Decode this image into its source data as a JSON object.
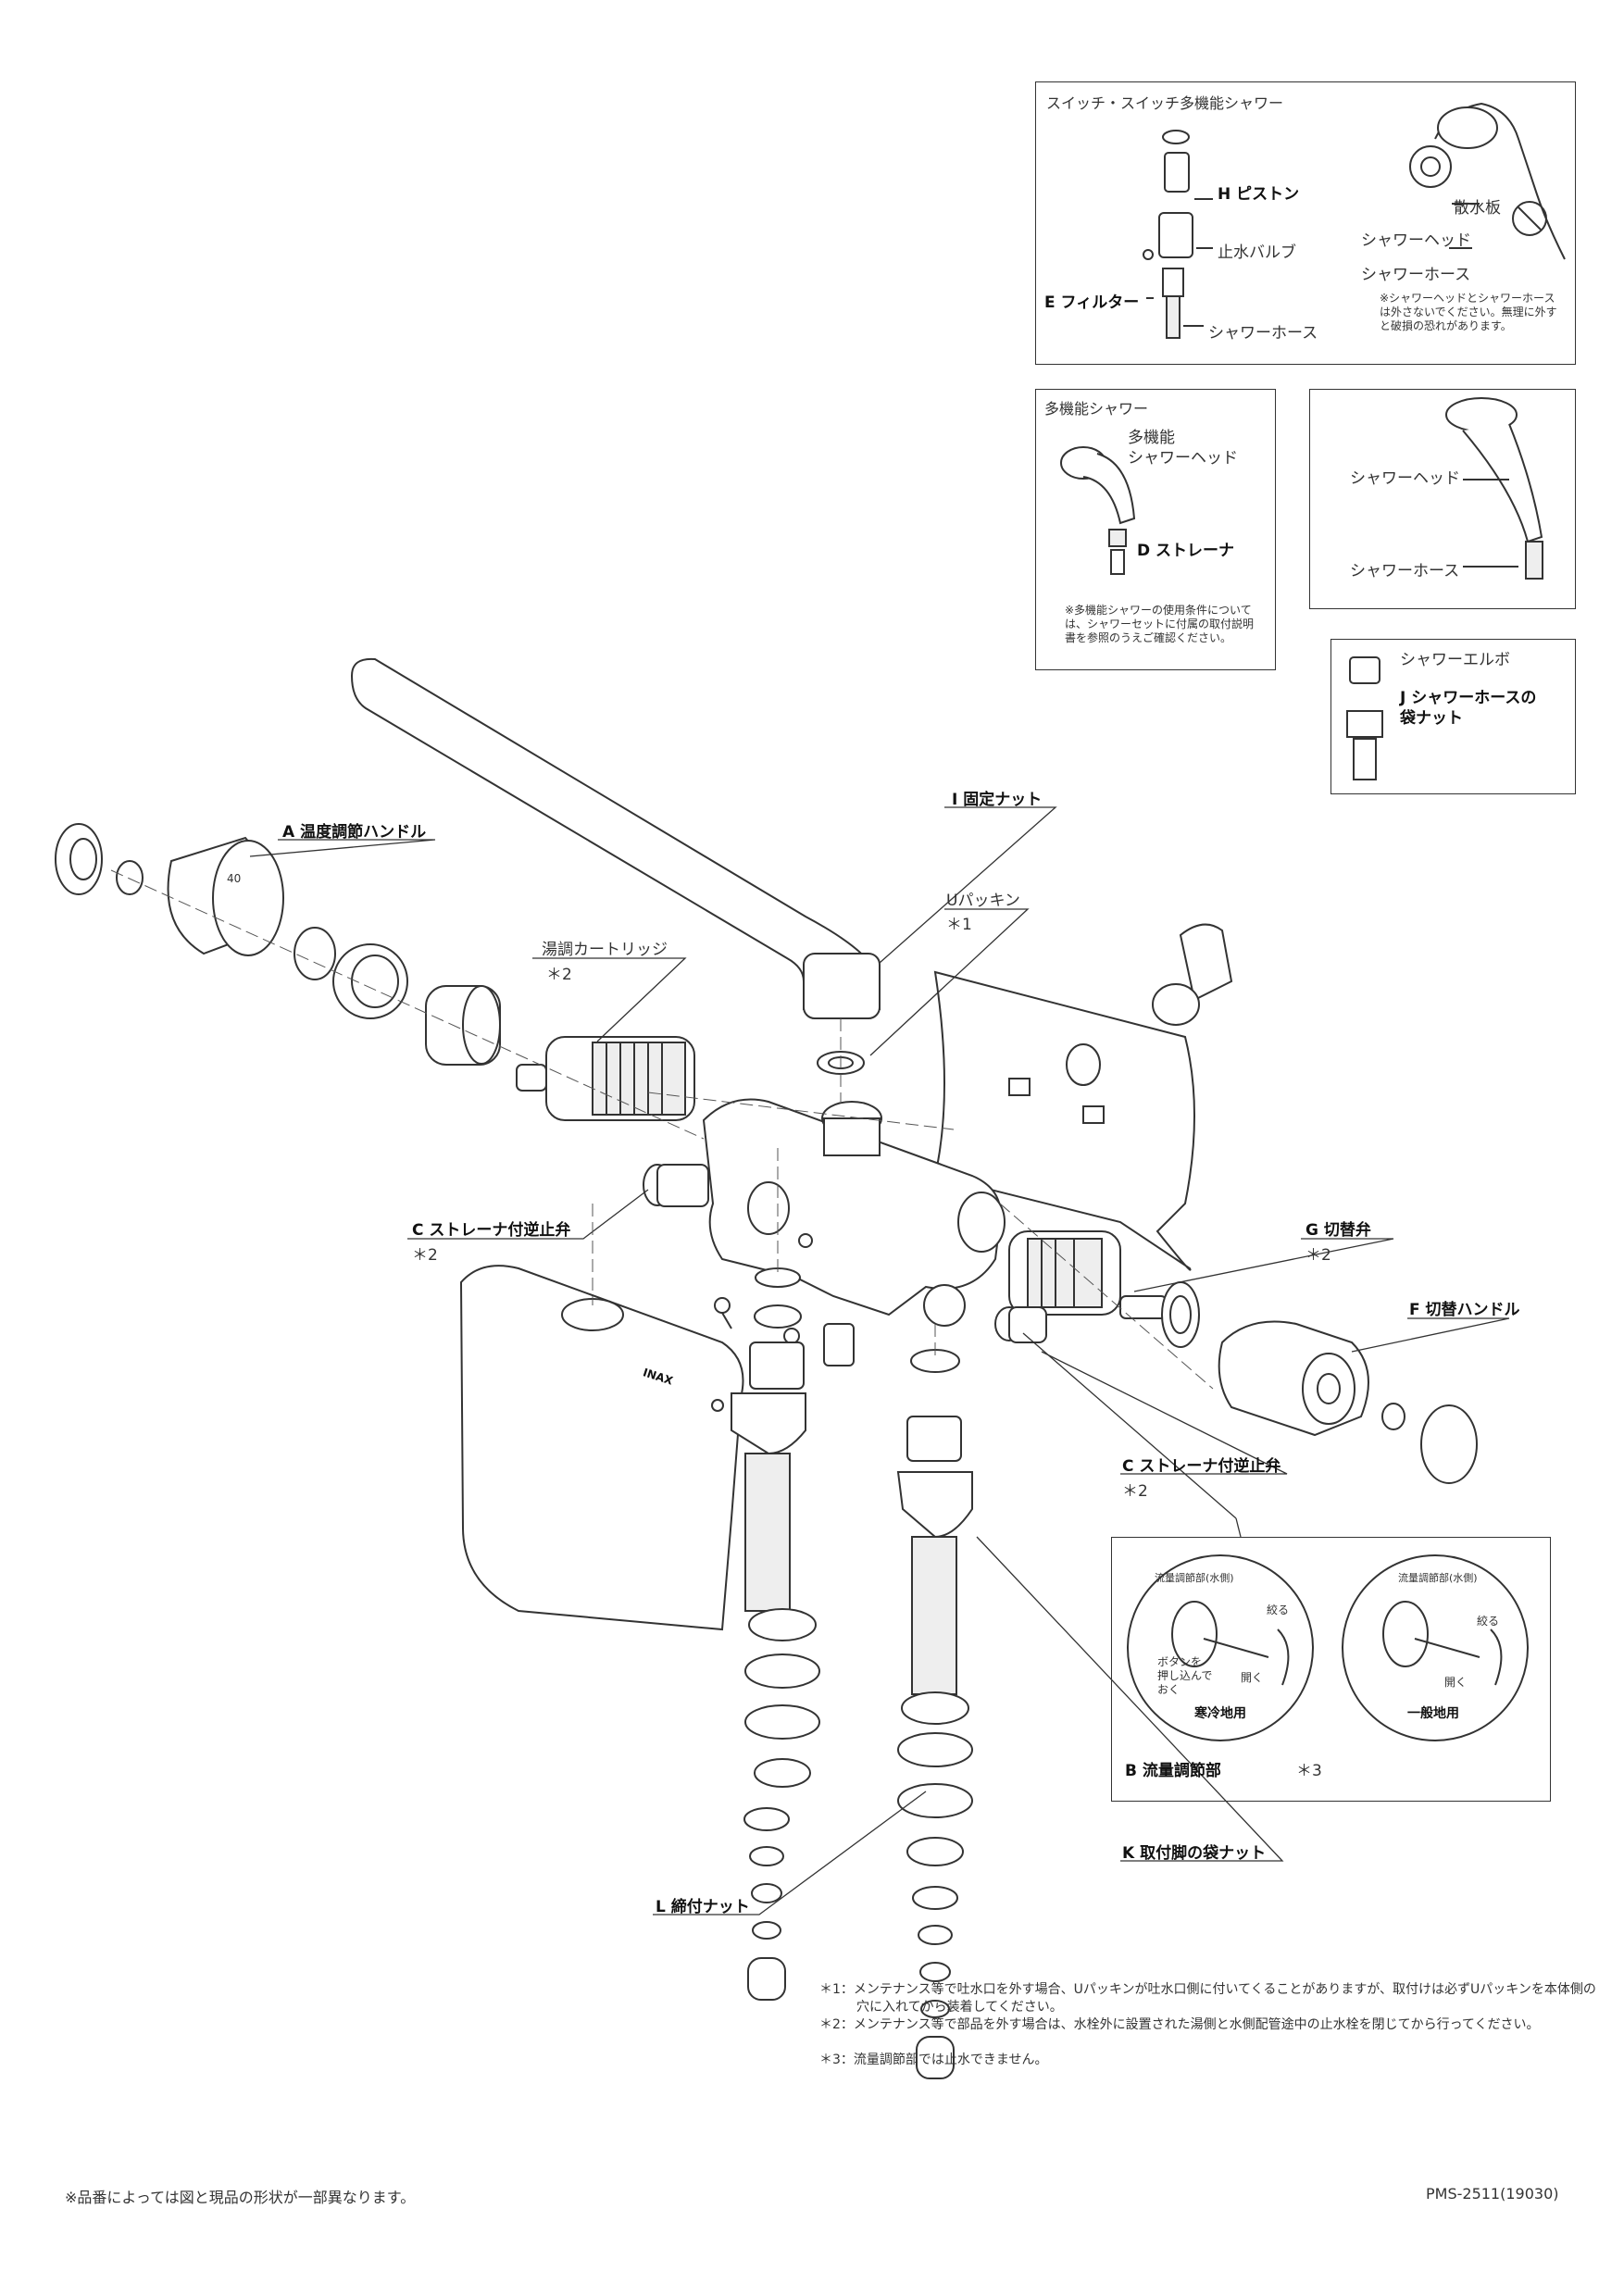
{
  "insets": {
    "switch_shower": {
      "title": "スイッチ・スイッチ多機能シャワー",
      "piston": "H ピストン",
      "stop_valve": "止水バルブ",
      "filter": "E フィルター",
      "shower_hose": "シャワーホース",
      "spray_plate": "散水板",
      "shower_head": "シャワーヘッド",
      "shower_hose2": "シャワーホース",
      "note": "※シャワーヘッドとシャワーホースは外さないでください。無理に外すと破損の恐れがあります。"
    },
    "multi_shower": {
      "title": "多機能シャワー",
      "head_label": "多機能\nシャワーヘッド",
      "strainer": "D ストレーナ",
      "note": "※多機能シャワーの使用条件については、シャワーセットに付属の取付説明書を参照のうえご確認ください。"
    },
    "standard_shower": {
      "head": "シャワーヘッド",
      "hose": "シャワーホース"
    },
    "elbow": {
      "elbow": "シャワーエルボ",
      "nut": "J シャワーホースの\n袋ナット"
    },
    "flow": {
      "label_top": "流量調節部(水側)",
      "close": "絞る",
      "open": "開く",
      "press": "ボタンを\n押し込んで\nおく",
      "cold": "寒冷地用",
      "general": "一般地用",
      "title": "B 流量調節部",
      "mark": "＊3"
    }
  },
  "callouts": {
    "fixing_nut": "I 固定ナット",
    "u_packing": "Uパッキン",
    "u_packing_mark": "＊1",
    "temp_handle": "A 温度調節ハンドル",
    "cartridge": "湯調カートリッジ",
    "cartridge_mark": "＊2",
    "strainer_check_left": "C ストレーナ付逆止弁",
    "strainer_check_left_mark": "＊2",
    "switch_valve": "G 切替弁",
    "switch_valve_mark": "＊2",
    "switch_handle": "F 切替ハンドル",
    "strainer_check_right": "C ストレーナ付逆止弁",
    "strainer_check_right_mark": "＊2",
    "leg_nut": "K 取付脚の袋ナット",
    "tightening_nut": "L 締付ナット",
    "brand": "INAX",
    "handle_scale": "40"
  },
  "footnotes": [
    "＊1：メンテナンス等で吐水口を外す場合、Uパッキンが吐水口側に付いてくることがありますが、取付けは必ずUパッキンを本体側の穴に入れてから装着してください。",
    "＊2：メンテナンス等で部品を外す場合は、水栓外に設置された湯側と水側配管途中の止水栓を閉じてから行ってください。",
    "＊3：流量調節部では止水できません。"
  ],
  "footer": {
    "left": "※品番によっては図と現品の形状が一部異なります。",
    "right": "PMS-2511(19030)"
  }
}
